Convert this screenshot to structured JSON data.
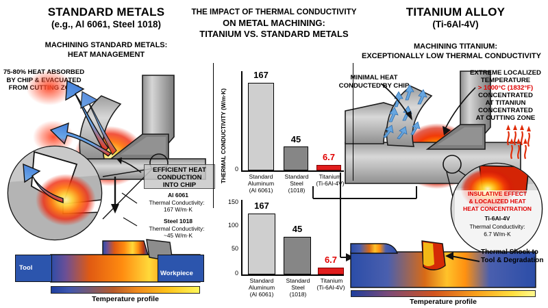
{
  "left_panel": {
    "title": "STANDARD METALS",
    "subtitle": "(e.g., Al 6061, Steel 1018)",
    "section_heading_line1": "MACHINING STANDARD METALS:",
    "section_heading_line2": "HEAT MANAGEMENT",
    "heat_callout": "75-80% HEAT ABSORBED BY CHIP & EVACUATED FROM CUTTING ZONE",
    "efficient_box_line1": "EFFICIENT HEAT",
    "efficient_box_line2": "CONDUCTION",
    "efficient_box_line3": "INTO CHIP",
    "material_1_name": "Al 6061",
    "material_1_prop": "Thermal Conductivity:",
    "material_1_value": "167 W/m·K",
    "material_2_name": "Steel 1018",
    "material_2_prop": "Thermal Conductivity:",
    "material_2_value": "~45 W/m·K",
    "tool_label": "Tool",
    "workpiece_label": "Workpiece",
    "temperature_profile_label": "Temperature profile"
  },
  "center_panel": {
    "title_line1": "THE IMPACT OF THERMAL CONDUCTIVITY",
    "title_line2": "ON METAL MACHINING:",
    "title_line3": "TITANIUM VS. STANDARD METALS"
  },
  "right_panel": {
    "title": "TITANIUM ALLOY",
    "subtitle": "(Ti-6Al-4V)",
    "section_heading_line1": "MACHINING TITANIUM:",
    "section_heading_line2": "EXCEPTIONALLY LOW THERMAL CONDUCTIVITY",
    "minimal_heat_callout": "MINIMAL HEAT CONDUCTED BY CHIP",
    "extreme_line1": "EXTREME LOCALIZED",
    "extreme_line2": "TEMPERATURE",
    "extreme_value": "> 1000°C (1832°F)",
    "extreme_line3": "CONCENTRATED",
    "extreme_line4": "AT TITANIUN",
    "extreme_line5": "CONCENTRATED",
    "extreme_line6": "AT CUTTING ZONE",
    "insulative_line1": "INSULATIVE EFFECT",
    "insulative_line2": "& LOCALIZED HEAT",
    "insulative_line3": "HEAT CONCENTRATION",
    "material_name": "Ti-6Al-4V",
    "material_prop": "Thermal Conductivity:",
    "material_value": "6.7 W/m·K",
    "thermal_shock_line1": "Thermal Shock to",
    "thermal_shock_line2": "Tool & Degradation",
    "temperature_profile_label": "Temperature profile"
  },
  "chart_data": [
    {
      "id": "chart-top",
      "type": "bar",
      "title": "",
      "ylabel": "THERMAL CONDUCTIVITY (W/m·K)",
      "xlabel": "",
      "categories": [
        "Standard Aluminum (Al 6061)",
        "Standard Steel (1018)",
        "Titanium (Ti-6Al-4V)"
      ],
      "category_lines": [
        [
          "Standard",
          "Aluminum",
          "(Al 6061)"
        ],
        [
          "Standard",
          "Steel",
          "(1018)"
        ],
        [
          "Titanium",
          "(Ti-6Al-4V)"
        ]
      ],
      "values": [
        167,
        45,
        6.7
      ],
      "value_labels": [
        "167",
        "45",
        "6.7"
      ],
      "ylim": [
        0,
        185
      ],
      "yticks": [
        0
      ],
      "ytick_labels": [
        "0"
      ],
      "grid": false,
      "legend": "none",
      "bar_colors": [
        "#cfcfcf",
        "#868686",
        "#e11d1d"
      ],
      "label_colors": [
        "#000000",
        "#000000",
        "#e00000"
      ]
    },
    {
      "id": "chart-bottom",
      "type": "bar",
      "title": "",
      "ylabel": "",
      "xlabel": "",
      "categories": [
        "Standard Aluminum (Al 6061)",
        "Standard Steel (1018)",
        "Titanium (Ti-6Al-4V)"
      ],
      "category_lines": [
        [
          "Standard",
          "Aluminum",
          "(Al 6061)"
        ],
        [
          "Standard",
          "Steel",
          "(1018)"
        ],
        [
          "Titanium",
          "(Ti-6Al-4V)"
        ]
      ],
      "values": [
        167,
        45,
        6.7
      ],
      "value_labels": [
        "167",
        "45",
        "6.7"
      ],
      "ylim": [
        0,
        150
      ],
      "yticks": [
        0,
        50,
        100,
        150
      ],
      "ytick_labels": [
        "0",
        "50",
        "100",
        "150"
      ],
      "grid": false,
      "legend": "none",
      "bar_colors": [
        "#cfcfcf",
        "#868686",
        "#e11d1d"
      ],
      "label_colors": [
        "#000000",
        "#000000",
        "#e00000"
      ]
    }
  ],
  "colors": {
    "hot": "#e00000",
    "chip_gray": "#b9b9b9",
    "tool_dark": "#6d6d6d",
    "cool_blue": "#3b6fd4",
    "bar_aluminum": "#cfcfcf",
    "bar_steel": "#868686",
    "bar_titanium": "#e11d1d"
  }
}
